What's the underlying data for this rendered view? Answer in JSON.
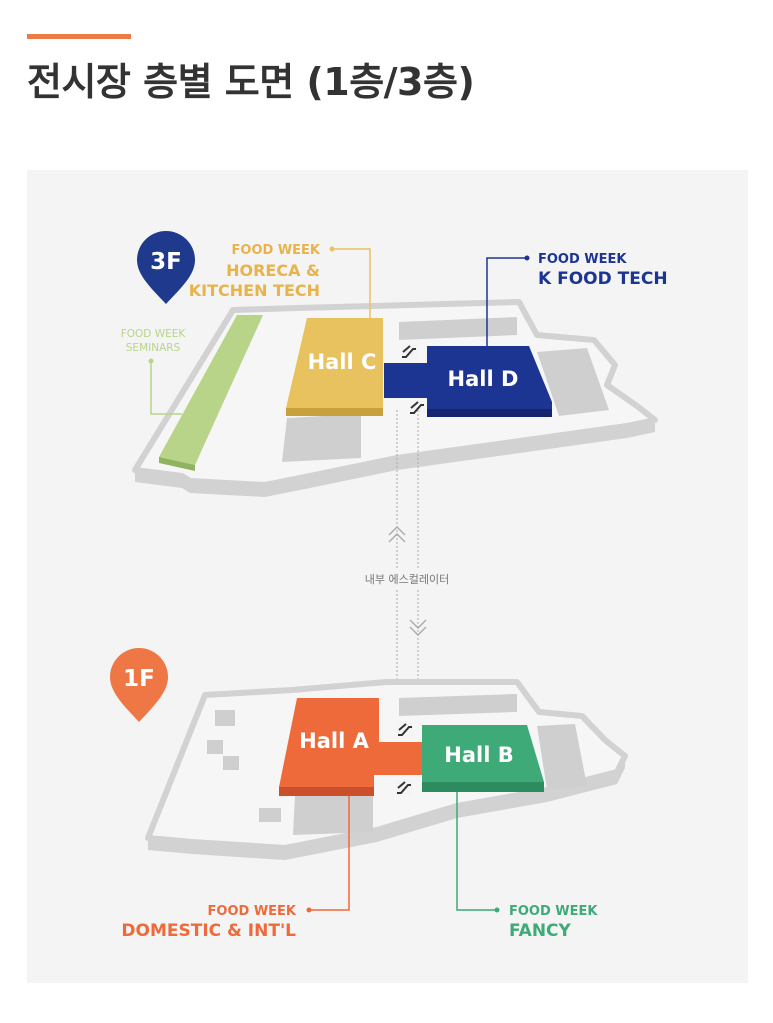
{
  "page": {
    "title": "전시장 층별 도면 (1층/3층)"
  },
  "colors": {
    "accent": "#ee7a45",
    "hall_a": "#ee6a3a",
    "hall_b": "#3daa78",
    "hall_c": "#e8c25e",
    "hall_d": "#1d3592",
    "seminars": "#b7d489",
    "pin_3f": "#1f3a8c",
    "pin_1f": "#ee7745"
  },
  "floors": {
    "f3": {
      "badge": "3F",
      "halls": {
        "c": "Hall C",
        "d": "Hall D"
      },
      "labels": {
        "horeca_food_week": "FOOD WEEK",
        "horeca_line1": "HORECA &",
        "horeca_line2": "KITCHEN TECH",
        "kfood_food_week": "FOOD WEEK",
        "kfood_name": "K FOOD TECH",
        "seminars_food_week": "FOOD WEEK",
        "seminars_name": "SEMINARS"
      }
    },
    "f1": {
      "badge": "1F",
      "halls": {
        "a": "Hall A",
        "b": "Hall B"
      },
      "labels": {
        "domestic_food_week": "FOOD WEEK",
        "domestic_name": "DOMESTIC & INT'L",
        "fancy_food_week": "FOOD WEEK",
        "fancy_name": "FANCY"
      }
    }
  },
  "escalator": {
    "label": "내부 에스컬레이터"
  }
}
